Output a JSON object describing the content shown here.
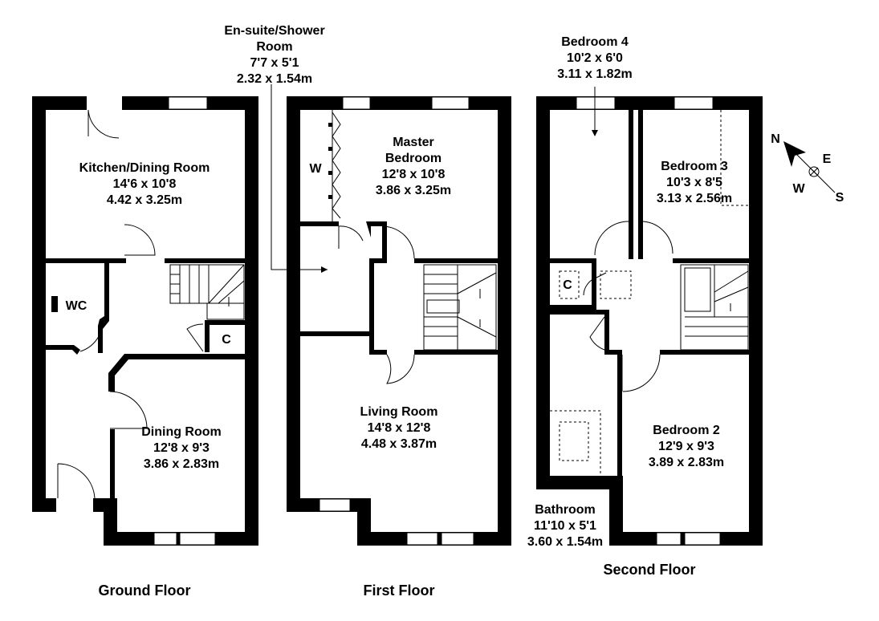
{
  "floors": {
    "ground": {
      "name": "Ground Floor"
    },
    "first": {
      "name": "First Floor"
    },
    "second": {
      "name": "Second Floor"
    }
  },
  "rooms": {
    "kitchen": {
      "name": "Kitchen/Dining Room",
      "imperial": "14'6 x 10'8",
      "metric": "4.42 x 3.25m"
    },
    "wc": {
      "name": "WC"
    },
    "cupboard_ground": {
      "name": "C"
    },
    "dining": {
      "name": "Dining Room",
      "imperial": "12'8 x 9'3",
      "metric": "3.86 x 2.83m"
    },
    "ensuite": {
      "name_line1": "En-suite/Shower",
      "name_line2": "Room",
      "imperial": "7'7 x 5'1",
      "metric": "2.32 x 1.54m"
    },
    "wardrobe": {
      "name": "W"
    },
    "master": {
      "name_line1": "Master",
      "name_line2": "Bedroom",
      "imperial": "12'8 x 10'8",
      "metric": "3.86 x 3.25m"
    },
    "living": {
      "name": "Living Room",
      "imperial": "14'8 x 12'8",
      "metric": "4.48 x 3.87m"
    },
    "bedroom4": {
      "name": "Bedroom 4",
      "imperial": "10'2 x 6'0",
      "metric": "3.11 x 1.82m"
    },
    "bedroom3": {
      "name": "Bedroom 3",
      "imperial": "10'3 x 8'5",
      "metric": "3.13 x 2.56m"
    },
    "cupboard_second": {
      "name": "C"
    },
    "bedroom2": {
      "name": "Bedroom 2",
      "imperial": "12'9 x 9'3",
      "metric": "3.89 x 2.83m"
    },
    "bathroom": {
      "name": "Bathroom",
      "imperial": "11'10 x 5'1",
      "metric": "3.60 x 1.54m"
    }
  },
  "compass": {
    "n": "N",
    "e": "E",
    "w": "W",
    "s": "S"
  }
}
